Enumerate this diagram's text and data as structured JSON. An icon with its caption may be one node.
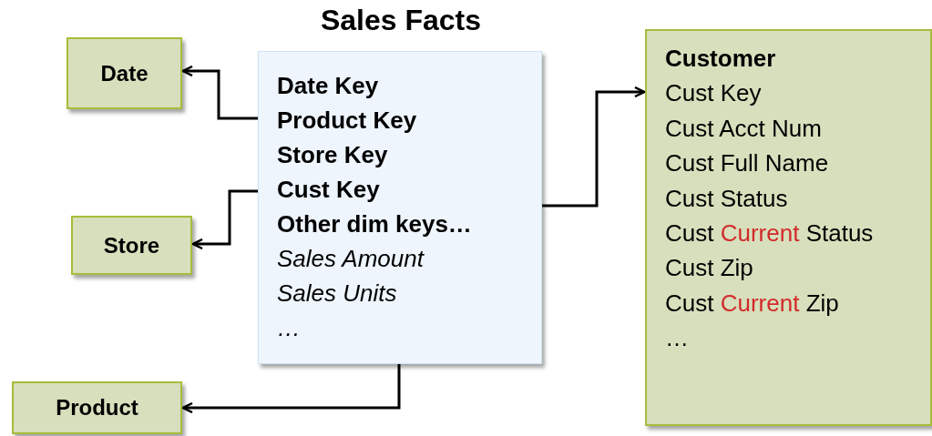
{
  "diagram": {
    "nodes": [
      {
        "text": [
          "Sales Facts",
          "Date Key",
          "Product Key",
          "Store Key",
          "Cust Key",
          "Other dim keys…",
          "Sales Amount",
          "Sales Units",
          "…"
        ]
      },
      {
        "text": [
          "Date"
        ]
      },
      {
        "text": [
          "Store"
        ]
      },
      {
        "text": [
          "Product"
        ]
      },
      {
        "text": [
          "Customer",
          "Cust Key",
          "Cust Acct Num",
          "Cust Full Name",
          "Cust Status",
          "Cust Current Status",
          "Cust Zip",
          "Cust Current Zip",
          "…"
        ]
      }
    ],
    "edges": [
      {
        "from": 0,
        "to": 1,
        "arrow": "to"
      },
      {
        "from": 0,
        "to": 2,
        "arrow": "to"
      },
      {
        "from": 0,
        "to": 3,
        "arrow": "to"
      },
      {
        "from": 0,
        "to": 4,
        "arrow": "to"
      }
    ]
  }
}
